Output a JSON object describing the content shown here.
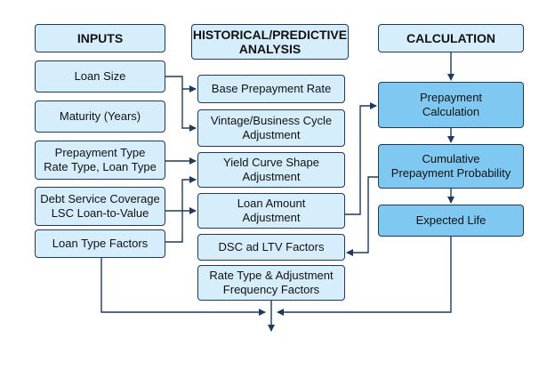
{
  "colors": {
    "box_fill": "#d6eefc",
    "box_fill_dark": "#7ec8f2",
    "border": "#1f3a5f",
    "arrow": "#1f3a5f"
  },
  "headers": {
    "inputs": "INPUTS",
    "analysis": "HISTORICAL/PREDICTIVE\nANALYSIS",
    "calculation": "CALCULATION"
  },
  "inputs": [
    "Loan Size",
    "Maturity (Years)",
    "Prepayment Type\nRate Type, Loan Type",
    "Debt Service Coverage\nLSC Loan-to-Value",
    "Loan Type Factors"
  ],
  "analysis": [
    "Base Prepayment Rate",
    "Vintage/Business Cycle\nAdjustment",
    "Yield Curve Shape\nAdjustment",
    "Loan Amount\nAdjustment",
    "DSC ad LTV Factors",
    "Rate Type & Adjustment\nFrequency Factors"
  ],
  "calculation": [
    "Prepayment\nCalculation",
    "Cumulative\nPrepayment Probability",
    "Expected Life"
  ]
}
